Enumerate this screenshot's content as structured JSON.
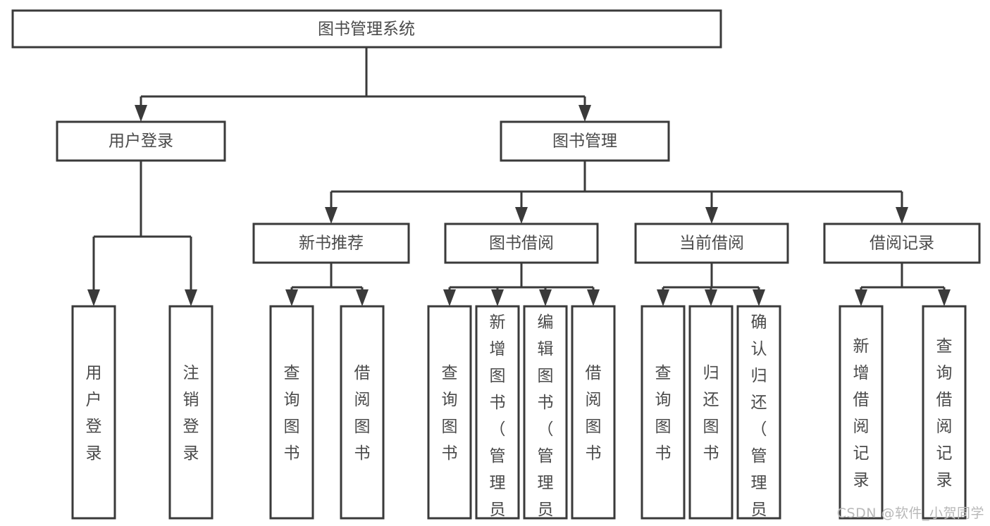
{
  "diagram": {
    "title": "图书管理系统",
    "type": "hierarchy-tree",
    "watermark": "CSDN @软件_小贺同学",
    "colors": {
      "stroke": "#3a3a3a",
      "text": "#4a4a4a",
      "background": "#ffffff",
      "watermark": "#b8b8b8"
    },
    "levels": {
      "root": {
        "label": "图书管理系统"
      },
      "level2": [
        {
          "label": "用户登录"
        },
        {
          "label": "图书管理"
        }
      ],
      "level3": [
        {
          "label": "新书推荐"
        },
        {
          "label": "图书借阅"
        },
        {
          "label": "当前借阅"
        },
        {
          "label": "借阅记录"
        }
      ],
      "leaves": {
        "user_login": [
          {
            "label": "用户登录"
          },
          {
            "label": "注销登录"
          }
        ],
        "new_book_recommend": [
          {
            "label": "查询图书"
          },
          {
            "label": "借阅图书"
          }
        ],
        "book_borrow": [
          {
            "label": "查询图书"
          },
          {
            "label": "新增图书（管理员）"
          },
          {
            "label": "编辑图书（管理员）"
          },
          {
            "label": "借阅图书"
          }
        ],
        "current_borrow": [
          {
            "label": "查询图书"
          },
          {
            "label": "归还图书"
          },
          {
            "label": "确认归还（管理员）"
          }
        ],
        "borrow_record": [
          {
            "label": "新增借阅记录"
          },
          {
            "label": "查询借阅记录"
          }
        ]
      }
    }
  }
}
